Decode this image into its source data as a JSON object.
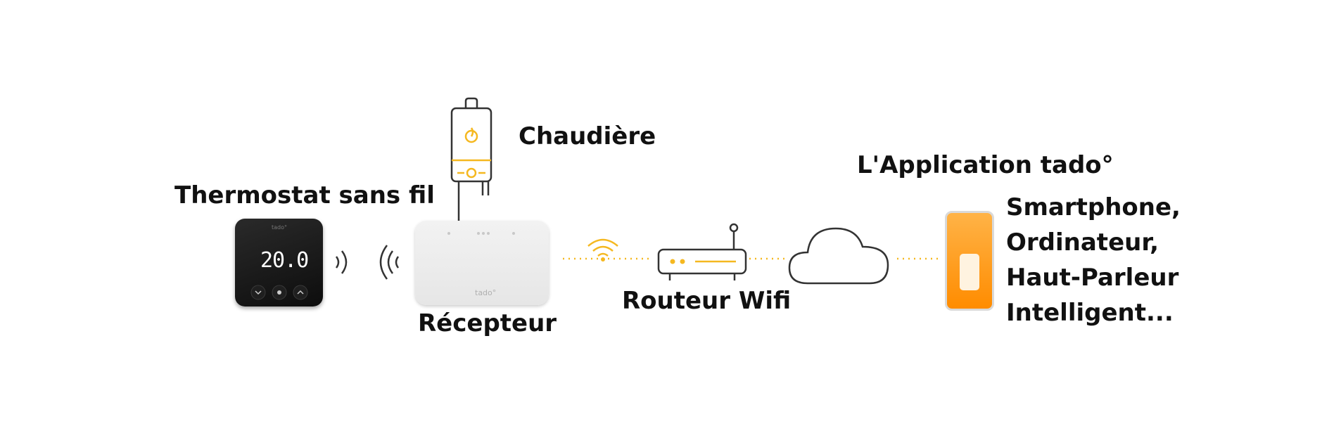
{
  "labels": {
    "thermostat": "Thermostat sans fil",
    "boiler": "Chaudière",
    "receiver": "Récepteur",
    "router": "Routeur Wifi",
    "app": "L'Application tado°",
    "devices": [
      "Smartphone,",
      "Ordinateur,",
      "Haut-Parleur",
      "Intelligent..."
    ]
  },
  "thermostat_display": "20.0",
  "brand": "tado°",
  "colors": {
    "accent": "#F5B820",
    "outline": "#333333",
    "text": "#111111"
  },
  "icons": {
    "boiler": "boiler-icon",
    "signal": "wireless-signal-icon",
    "wifi": "wifi-icon",
    "router": "router-icon",
    "cloud": "cloud-icon",
    "phone": "smartphone-icon"
  }
}
